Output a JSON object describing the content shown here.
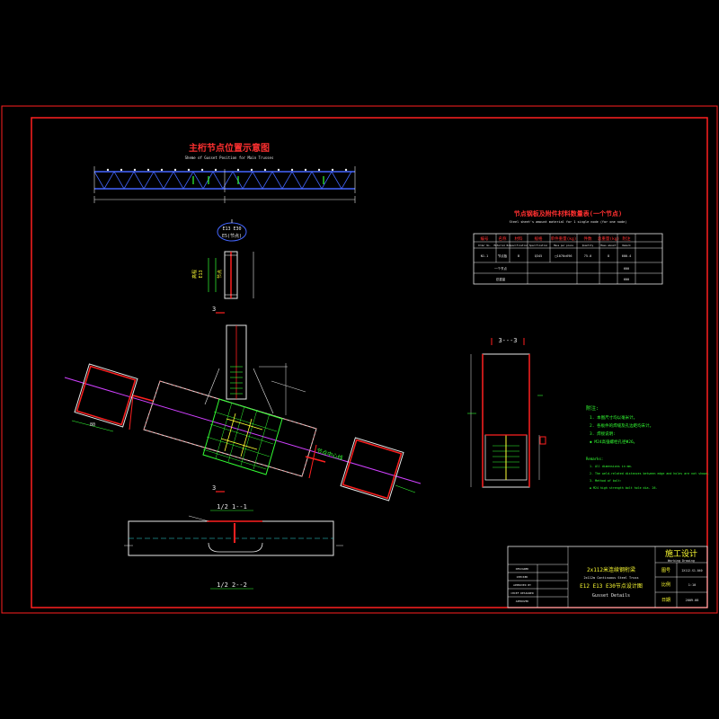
{
  "drawing": {
    "title_cn": "主桁节点位置示意图",
    "title_en": "Sheme of Gusset Position for Main Trusses",
    "mark_upper": "E13 E30",
    "mark_lower": "E5(节点)",
    "elev_labels": [
      "高程",
      "E13",
      "节点"
    ],
    "section_33": "3---3",
    "section_11": "1/2 1--1",
    "section_22": "1/2 2--2",
    "cut_3a": "3",
    "cut_3b": "3",
    "pin_label": "节点中心线",
    "dim_label": "80"
  },
  "materials_table": {
    "title_cn": "节点钢板及附件材料数量表(一个节点)",
    "title_en": "Steel sheet's amount material for 1 single node (for one node)",
    "headers_cn": [
      "编号",
      "名称",
      "材料",
      "规格",
      "单件重量(kg)",
      "件数",
      "总重量(kg)",
      "附注"
    ],
    "headers_en": [
      "Order No.",
      "Material No.",
      "Specification",
      "Specification",
      "Mass per piece",
      "Quantity",
      "Mass amount",
      "Remark"
    ],
    "row": [
      "N1-1",
      "节点板",
      "B",
      "Q345",
      "□1070×696",
      "75.0",
      "8",
      "600.4"
    ],
    "total_row_label": "一个节点",
    "total_row_value": "600",
    "sum_label": "总重量",
    "sum_value": "600"
  },
  "notes": {
    "title_cn": "附注:",
    "items_cn": [
      "1. 本图尺寸均以毫米计。",
      "2. 各板件的焊缝及孔边距均未计。",
      "3. 焊接说明:",
      "    ◆ M24高强螺栓孔径Φ26。"
    ],
    "title_en": "Remarks:",
    "items_en": [
      "1. All dimensions in mm.",
      "2. The weld-related distances between edge and holes are not shown.",
      "3. Method of bolt:",
      "    ◆ M24 high strength bolt hole dia. 26."
    ]
  },
  "title_block": {
    "stage_cn": "施工设计",
    "stage_en": "Working Drawing",
    "project_cn": "2x112米连续钢桁梁",
    "project_en": "2x112m Continuous Steel Truss",
    "sheet_cn": "E12 E13 E30节点设计图",
    "sheet_en": "Gusset Details",
    "left_labels": [
      "DESIGNED",
      "CHECKED",
      "APPROVED BY",
      "CHIEF DESIGNER",
      "APPROVED"
    ],
    "right_labels": [
      "图号",
      "比例",
      "日期"
    ],
    "right_values": [
      "2X112-S1-040",
      "1:10",
      "2009.08"
    ]
  },
  "colors": {
    "border": "#ff2020",
    "line": "#e8e8e8",
    "dim": "#33ff33",
    "bolt": "#4466ff",
    "axis": "#d040ff"
  }
}
